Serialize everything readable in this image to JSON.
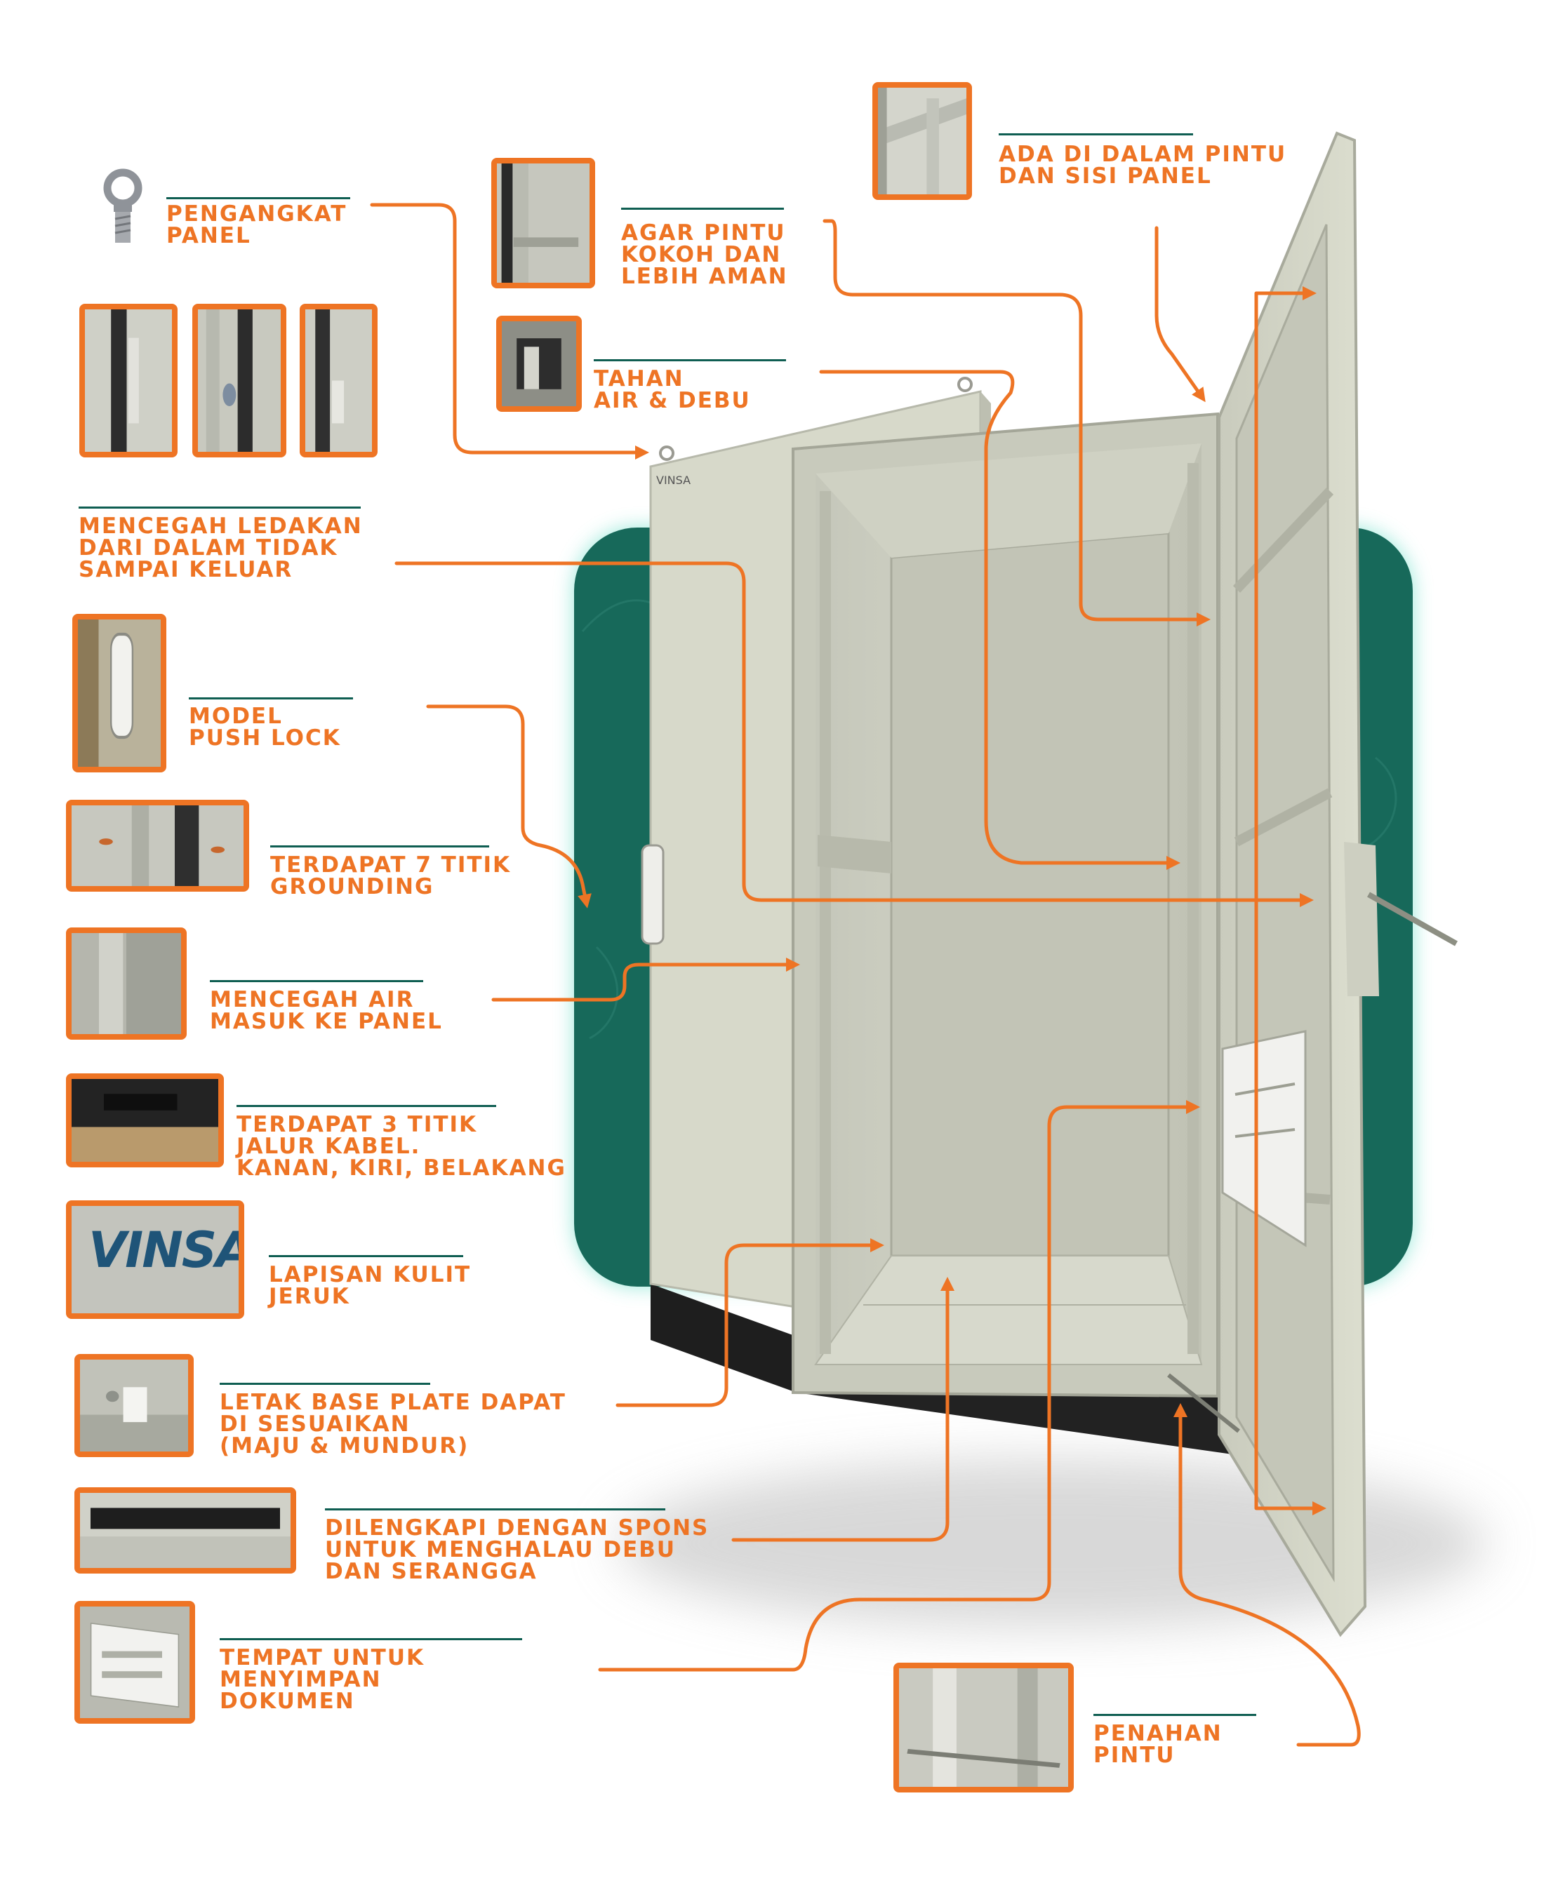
{
  "colors": {
    "accent": "#ee7424",
    "rule": "#0f5e52",
    "backdrop": "#17695a",
    "cabinet": "#d8dacb"
  },
  "icons": [
    "eye-bolt-icon"
  ],
  "brand": {
    "door_logo": "VINSA",
    "thumb_logo": "VINSA"
  },
  "labels": [
    {
      "id": "pengangkat-panel",
      "lines": [
        "PENGANGKAT",
        "PANEL"
      ]
    },
    {
      "id": "agar-pintu",
      "lines": [
        "AGAR PINTU",
        "KOKOH DAN",
        "LEBIH AMAN"
      ]
    },
    {
      "id": "ada-di-dalam",
      "lines": [
        "ADA DI DALAM PINTU",
        "DAN SISI PANEL"
      ]
    },
    {
      "id": "tahan-air",
      "lines": [
        "TAHAN",
        "AIR & DEBU"
      ]
    },
    {
      "id": "mencegah-ledakan",
      "lines": [
        "MENCEGAH LEDAKAN",
        "DARI DALAM TIDAK",
        "SAMPAI KELUAR"
      ]
    },
    {
      "id": "push-lock",
      "lines": [
        "MODEL",
        "PUSH LOCK"
      ]
    },
    {
      "id": "grounding",
      "lines": [
        "TERDAPAT 7 TITIK",
        "GROUNDING"
      ]
    },
    {
      "id": "mencegah-air",
      "lines": [
        "MENCEGAH AIR",
        "MASUK KE PANEL"
      ]
    },
    {
      "id": "jalur-kabel",
      "lines": [
        "TERDAPAT 3 TITIK",
        "JALUR KABEL.",
        "KANAN, KIRI, BELAKANG"
      ]
    },
    {
      "id": "kulit-jeruk",
      "lines": [
        "LAPISAN KULIT",
        "JERUK"
      ]
    },
    {
      "id": "base-plate",
      "lines": [
        "LETAK BASE PLATE DAPAT",
        "DI SESUAIKAN",
        "(MAJU & MUNDUR)"
      ]
    },
    {
      "id": "spons",
      "lines": [
        "DILENGKAPI DENGAN SPONS",
        "UNTUK MENGHALAU DEBU",
        "DAN SERANGGA"
      ]
    },
    {
      "id": "dokumen",
      "lines": [
        "TEMPAT UNTUK",
        "MENYIMPAN",
        "DOKUMEN"
      ]
    },
    {
      "id": "penahan-pintu",
      "lines": [
        "PENAHAN",
        "PINTU"
      ]
    }
  ]
}
